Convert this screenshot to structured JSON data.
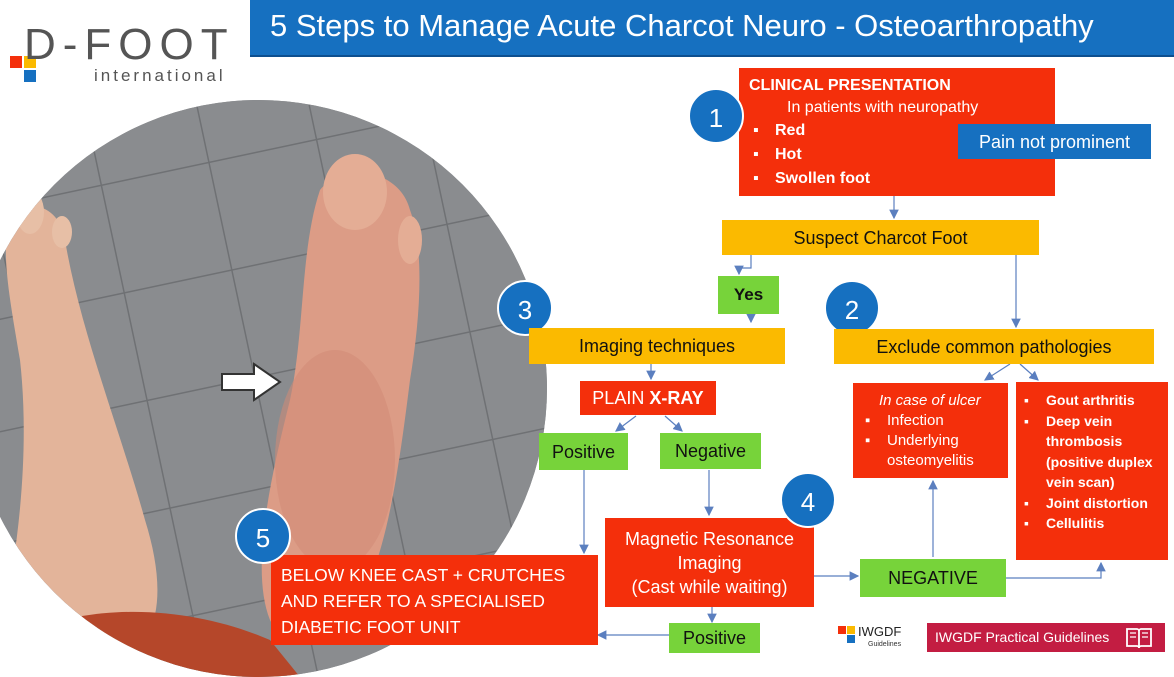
{
  "title": "5 Steps to Manage Acute Charcot Neuro - Osteoarthropathy",
  "logo": {
    "main": "D-FOOT",
    "sub": "international"
  },
  "steps": {
    "s1": "1",
    "s2": "2",
    "s3": "3",
    "s4": "4",
    "s5": "5"
  },
  "clinical": {
    "heading": "CLINICAL PRESENTATION",
    "subheading": "In patients with neuropathy",
    "items": [
      "Red",
      "Hot",
      "Swollen foot"
    ]
  },
  "pain_note": "Pain not prominent",
  "suspect": "Suspect Charcot Foot",
  "yes": "Yes",
  "imaging": "Imaging techniques",
  "exclude": "Exclude common pathologies",
  "xray": {
    "prefix": "PLAIN ",
    "bold": "X-RAY"
  },
  "xray_positive": "Positive",
  "xray_negative": "Negative",
  "ulcer": {
    "heading": "In case of ulcer",
    "items": [
      "Infection",
      "Underlying osteomyelitis"
    ]
  },
  "conditions": [
    "Gout arthritis",
    "Deep vein thrombosis (positive duplex vein scan)",
    "Joint distortion",
    "Cellulitis"
  ],
  "mri": {
    "line1": "Magnetic Resonance Imaging",
    "line2": "(Cast while waiting)"
  },
  "cast": "BELOW KNEE CAST + CRUTCHES AND REFER TO A SPECIALISED DIABETIC FOOT UNIT",
  "mri_negative": "NEGATIVE",
  "mri_positive": "Positive",
  "footer": {
    "iwgdf_logo": "IWGDF",
    "iwgdf_logo_sub": "Guidelines",
    "practical": "IWGDF Practical Guidelines"
  },
  "icons": [
    "arrow-right-icon",
    "book-icon"
  ],
  "colors": {
    "blue": "#1670c0",
    "red": "#f42f0b",
    "yellow": "#fbba00",
    "green": "#77d33a"
  }
}
